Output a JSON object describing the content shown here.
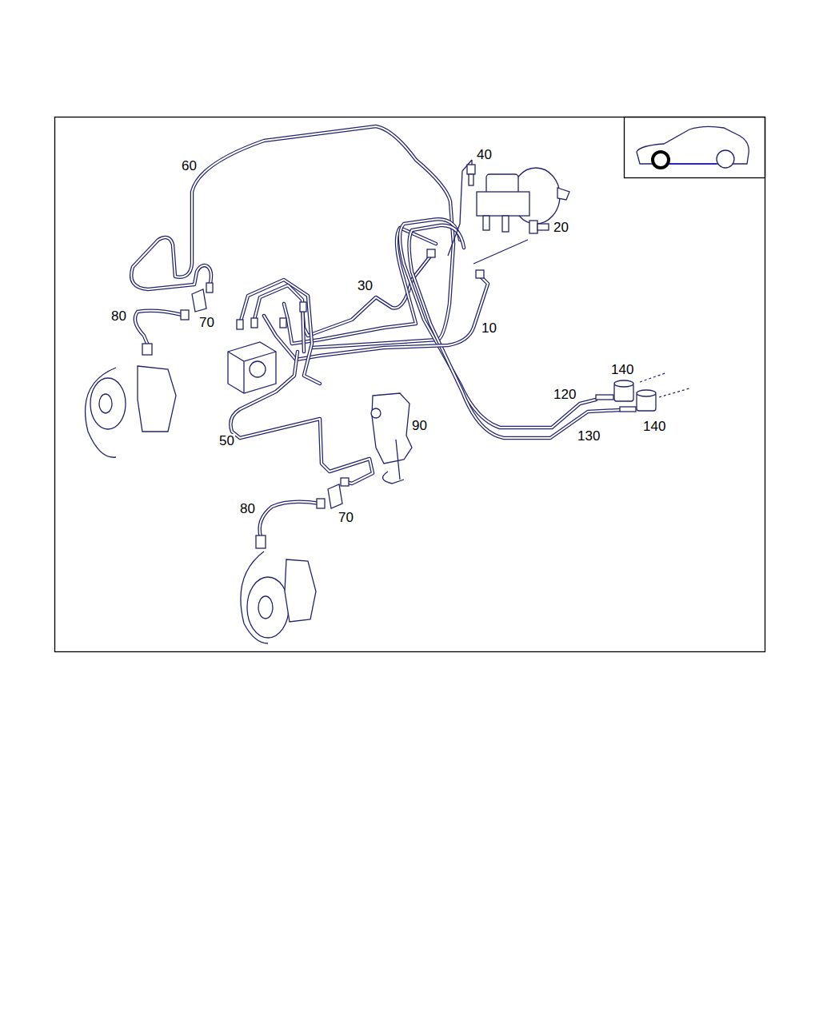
{
  "diagram": {
    "labels": [
      "40",
      "60",
      "20",
      "30",
      "80",
      "70",
      "10",
      "140",
      "120",
      "140",
      "90",
      "130",
      "50",
      "80",
      "70"
    ]
  }
}
